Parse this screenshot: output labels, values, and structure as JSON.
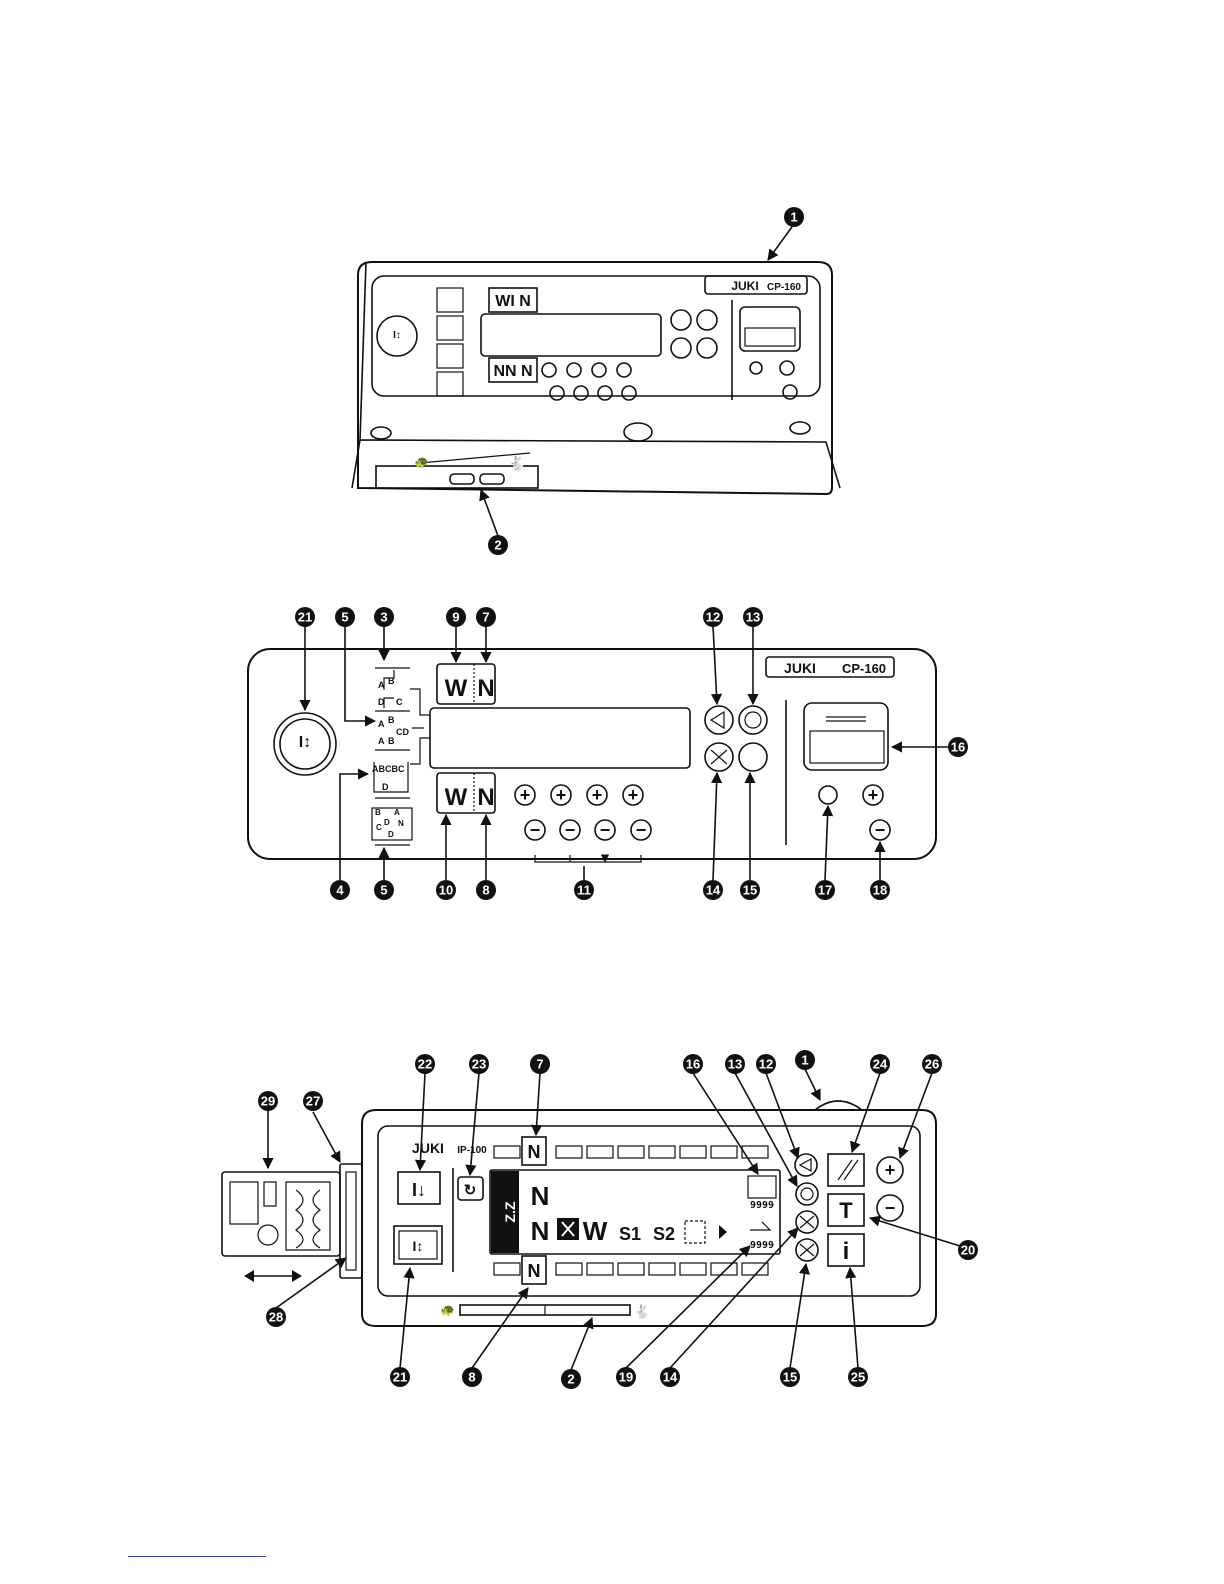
{
  "brand": "JUKI",
  "figure1": {
    "model": "CP-160",
    "callouts": [
      "1",
      "2"
    ]
  },
  "figure2": {
    "model": "CP-160",
    "callouts": [
      "21",
      "5",
      "3",
      "9",
      "7",
      "12",
      "13",
      "16",
      "4",
      "5",
      "10",
      "8",
      "11",
      "14",
      "15",
      "17",
      "18"
    ],
    "pattern_icon_letters": [
      "A",
      "B",
      "C",
      "D"
    ]
  },
  "figure3": {
    "model": "IP-100",
    "display": {
      "label_s1": "S1",
      "label_s2": "S2",
      "counter_1": "9999",
      "counter_2": "9999"
    },
    "keys": {
      "t_key": "T",
      "info_key": "i",
      "plus": "+",
      "minus": "−"
    },
    "callouts": [
      "29",
      "27",
      "22",
      "23",
      "7",
      "16",
      "13",
      "12",
      "1",
      "24",
      "26",
      "28",
      "21",
      "8",
      "2",
      "19",
      "14",
      "15",
      "25",
      "20"
    ]
  },
  "icons": [
    "reverse-stitch-icon",
    "needle-up-down-icon",
    "thread-trimmer-icon",
    "wiper-icon",
    "speed-slider-icon",
    "turtle-icon",
    "rabbit-icon"
  ]
}
